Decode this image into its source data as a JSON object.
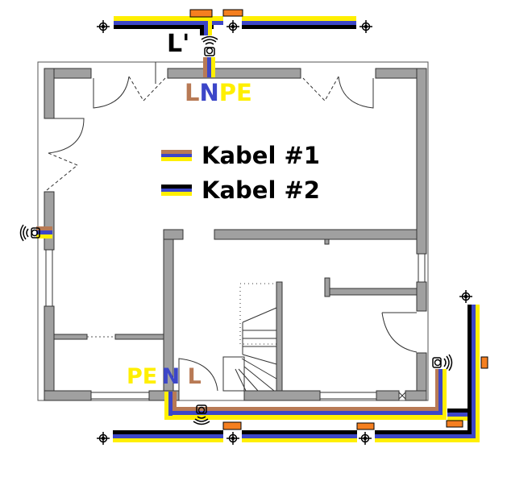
{
  "colors": {
    "brown": "#b87a55",
    "blue": "#3c46c8",
    "yellow": "#ffef00",
    "black": "#000000",
    "orange": "#f57f20",
    "wall": "#a0a0a0"
  },
  "labels": {
    "top_switch": "L'",
    "top_feed": {
      "l": "L",
      "n": "N",
      "pe": "PE"
    },
    "bottom_feed": {
      "pe": "PE",
      "n": "N",
      "l": "L"
    }
  },
  "legend": [
    {
      "label": "Kabel #1",
      "stripes": [
        "brown",
        "blue",
        "yellow"
      ]
    },
    {
      "label": "Kabel #2",
      "stripes": [
        "black",
        "blue",
        "yellow"
      ]
    }
  ]
}
